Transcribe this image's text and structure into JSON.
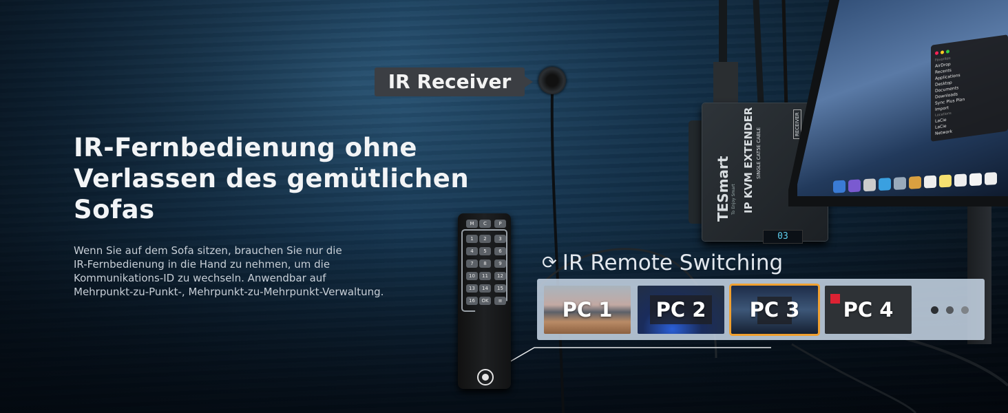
{
  "headline": {
    "lines": [
      "IR-Fernbedienung ohne",
      "Verlassen des gemütlichen",
      "Sofas"
    ]
  },
  "description": {
    "lines": [
      "Wenn Sie auf dem Sofa sitzen, brauchen Sie nur die",
      "IR-Fernbedienung in die Hand zu nehmen, um die",
      "Kommunikations-ID zu wechseln. Anwendbar auf",
      "Mehrpunkt-zu-Punkt-, Mehrpunkt-zu-Mehrpunkt-Verwaltung."
    ]
  },
  "ir_receiver": {
    "label": "IR Receiver"
  },
  "remote": {
    "buttons": [
      "M",
      "C",
      "P",
      "1",
      "2",
      "3",
      "4",
      "5",
      "6",
      "7",
      "8",
      "9",
      "10",
      "11",
      "12",
      "13",
      "14",
      "15",
      "16",
      "OK",
      "≡"
    ]
  },
  "device": {
    "brand": "TESmart",
    "tagline": "To Enjoy Smart",
    "model": "IP KVM EXTENDER",
    "subtitle": "SINGLE CAT5E CABLE",
    "type": "RECEIVER",
    "display": "03"
  },
  "finder": {
    "favorites_header": "Favorites",
    "favorites": [
      "AirDrop",
      "Recents",
      "Applications",
      "Desktop",
      "Documents",
      "Downloads",
      "Sync Plus Plan",
      "Import"
    ],
    "locations_header": "Locations",
    "locations": [
      "LaCie",
      "LaCie",
      "Network"
    ]
  },
  "switching": {
    "icon": "refresh-icon",
    "title": "IR Remote Switching",
    "pcs": [
      "PC 1",
      "PC 2",
      "PC 3",
      "PC 4"
    ],
    "selected": "PC 3",
    "accent": "#f0a030"
  }
}
